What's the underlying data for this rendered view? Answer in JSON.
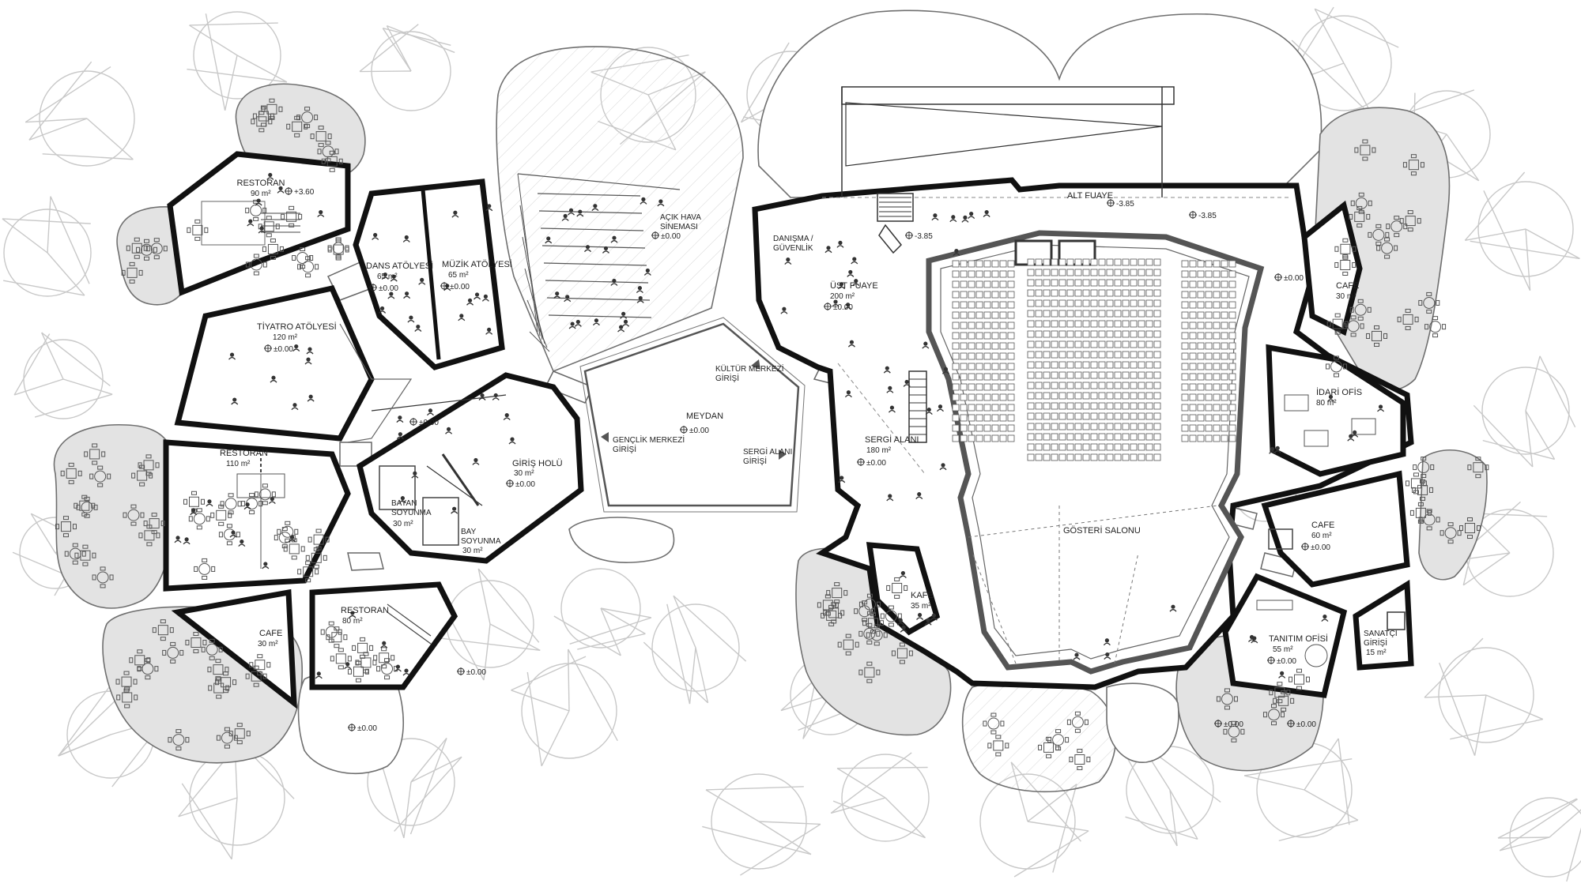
{
  "colors": {
    "background": "#ffffff",
    "wall": "#111111",
    "terrace_fill": "#e3e3e3",
    "tree_stroke": "#c8c8c8",
    "hatch": "#bdbdbd"
  },
  "rooms": [
    {
      "name": "RESTORAN",
      "area": "90 m²",
      "level": "+3.60"
    },
    {
      "name": "DANS ATÖLYESİ",
      "area": "65 m²",
      "level": "±0.00"
    },
    {
      "name": "MÜZİK ATÖLYESİ",
      "area": "65 m²",
      "level": "±0.00"
    },
    {
      "name": "AÇIK HAVA SİNEMASI",
      "area": "",
      "level": "±0.00"
    },
    {
      "name": "TİYATRO ATÖLYESİ",
      "area": "120 m²",
      "level": "±0.00"
    },
    {
      "name": "RESTORAN",
      "area": "110 m²",
      "level": ""
    },
    {
      "name": "GİRİŞ HOLÜ",
      "area": "30 m²",
      "level": "±0.00"
    },
    {
      "name": "BAYAN SOYUNMA",
      "area": "30 m²",
      "level": ""
    },
    {
      "name": "BAY SOYUNMA",
      "area": "30 m²",
      "level": ""
    },
    {
      "name": "MEYDAN",
      "area": "",
      "level": "±0.00"
    },
    {
      "name": "CAFE",
      "area": "30 m²",
      "level": ""
    },
    {
      "name": "RESTORAN",
      "area": "80 m²",
      "level": ""
    },
    {
      "name": "DANIŞMA / GÜVENLİK",
      "area": "",
      "level": ""
    },
    {
      "name": "ÜST FUAYE",
      "area": "200 m²",
      "level": "±0.00"
    },
    {
      "name": "ALT FUAYE",
      "area": "",
      "level": "-3.85"
    },
    {
      "name": "SERGİ ALANI",
      "area": "180 m²",
      "level": "±0.00"
    },
    {
      "name": "KAFE",
      "area": "35 m²",
      "level": ""
    },
    {
      "name": "GÖSTERİ SALONU",
      "area": "",
      "level": ""
    },
    {
      "name": "CAFE",
      "area": "30 m²",
      "level": ""
    },
    {
      "name": "İDARİ OFİS",
      "area": "80 m²",
      "level": ""
    },
    {
      "name": "CAFE",
      "area": "60 m²",
      "level": "±0.00"
    },
    {
      "name": "TANITIM OFİSİ",
      "area": "55 m²",
      "level": "±0.00"
    },
    {
      "name": "SANATÇI GİRİŞİ",
      "area": "15 m²",
      "level": ""
    }
  ],
  "entrances": [
    {
      "label": "KÜLTÜR MERKEZİ GİRİŞİ"
    },
    {
      "label": "GENÇLİK MERKEZİ GİRİŞİ"
    },
    {
      "label": "SERGİ ALANI GİRİŞİ"
    }
  ],
  "levels": {
    "zero": "±0.00",
    "minus": "-3.85",
    "plus": "+3.60"
  }
}
